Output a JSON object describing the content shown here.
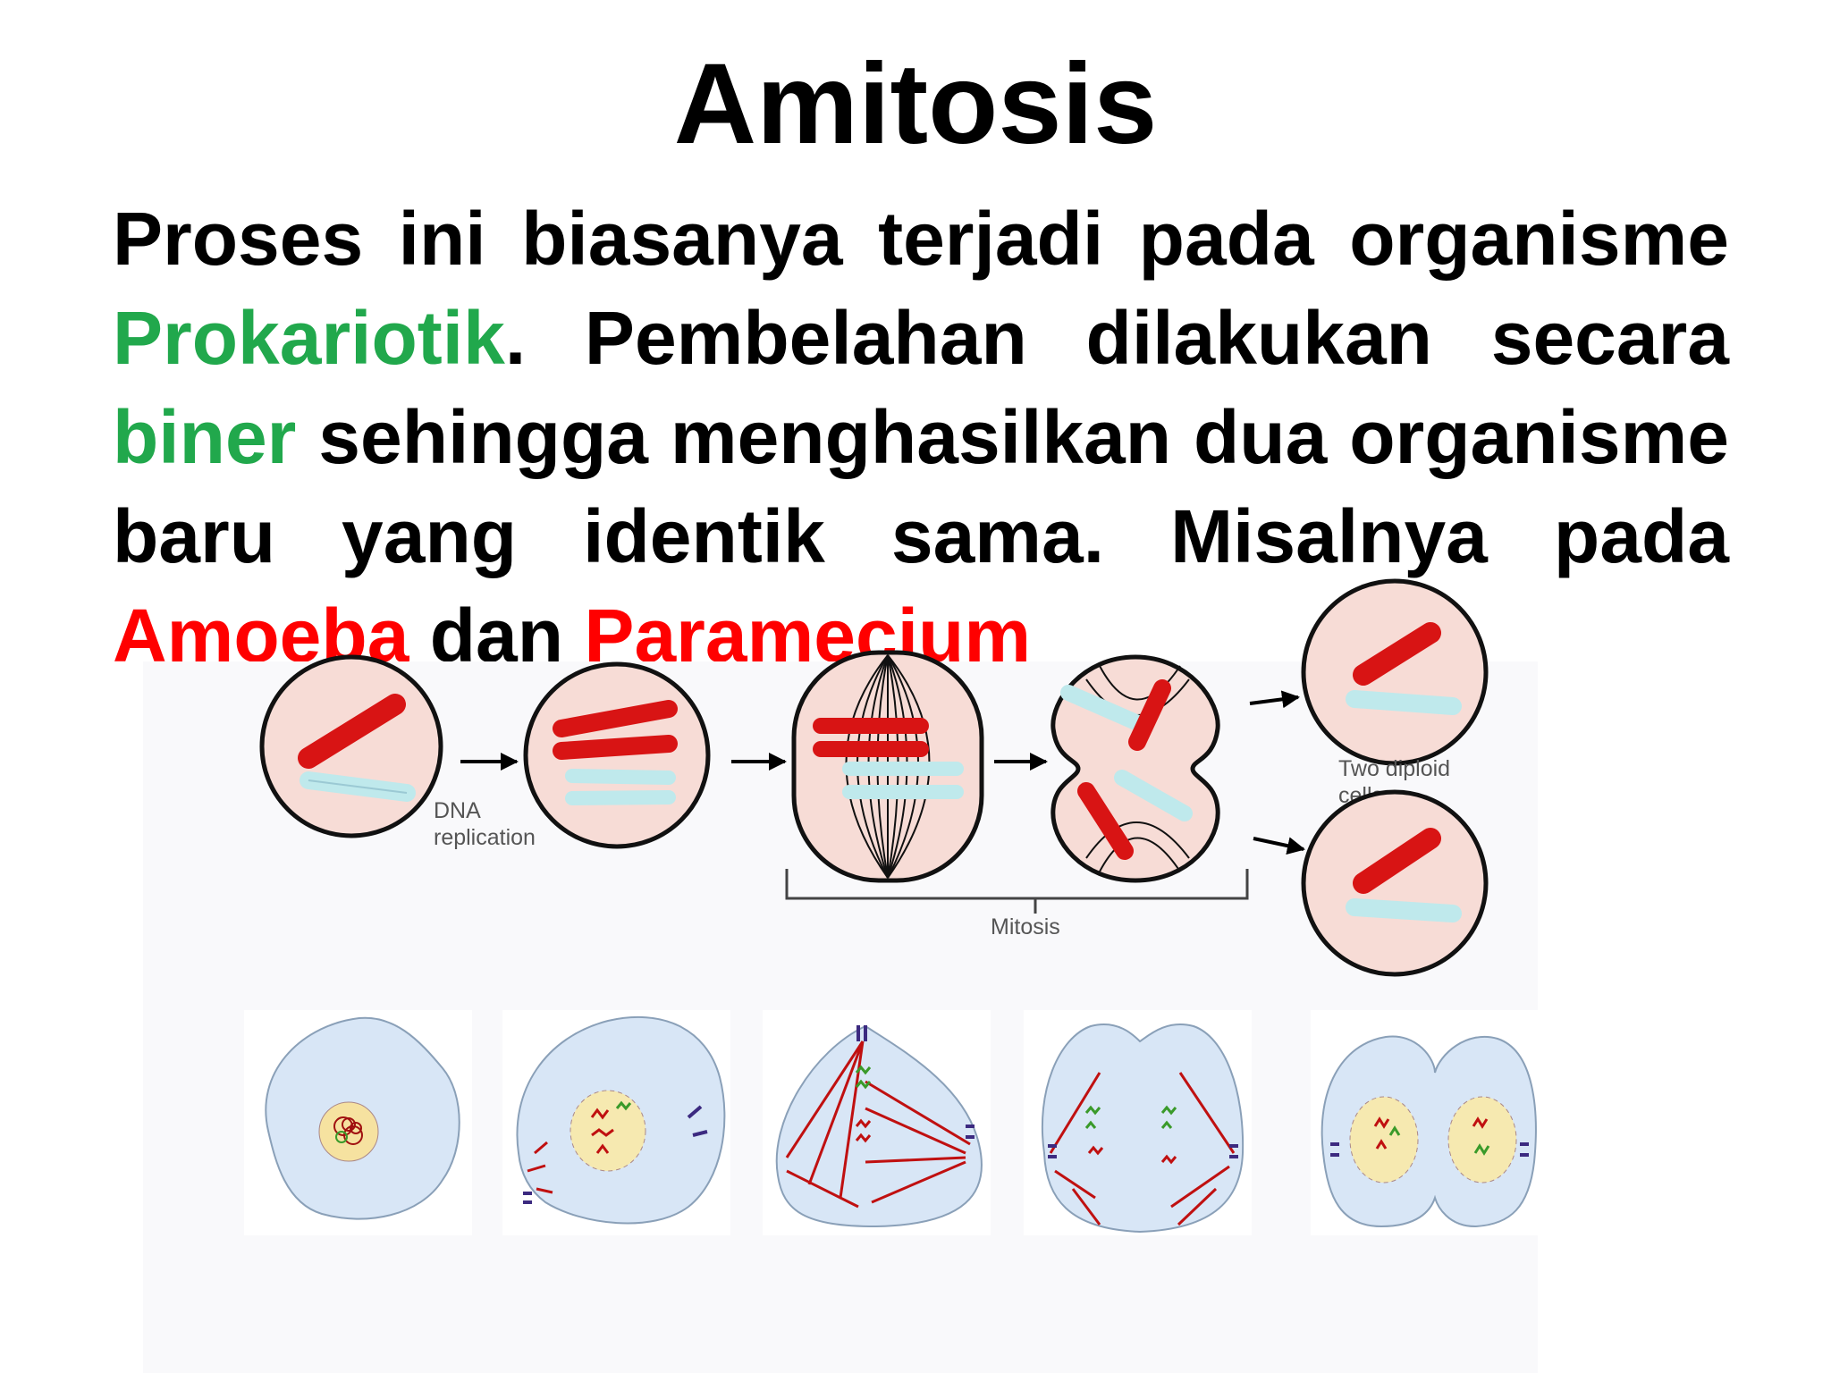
{
  "slide": {
    "title": "Amitosis",
    "body": {
      "t1": "Proses ini biasanya terjadi pada organisme ",
      "prokariotik": "Prokariotik",
      "t2": ". Pembelahan dilakukan secara ",
      "biner": "biner",
      "t3": " sehingga menghasilkan dua organisme baru yang identik sama. Misalnya pada ",
      "amoeba": "Amoeba",
      "t4": " dan ",
      "paramecium": "Paramecium"
    }
  },
  "diagram": {
    "label_dna_1": "DNA",
    "label_dna_2": "replication",
    "label_diploid_1": "Two diploid",
    "label_diploid_2": "cells",
    "label_mitosis": "Mitosis"
  },
  "colors": {
    "accent_green": "#21a84c",
    "accent_red": "#ff0000",
    "cell_fill": "#f7dcd6",
    "chromosome_red": "#d81414",
    "chromosome_blue": "#bfe9ec"
  },
  "icons": [
    "cell-diagram",
    "arrow-icon",
    "chromosome-icon",
    "spindle-fiber-icon"
  ]
}
